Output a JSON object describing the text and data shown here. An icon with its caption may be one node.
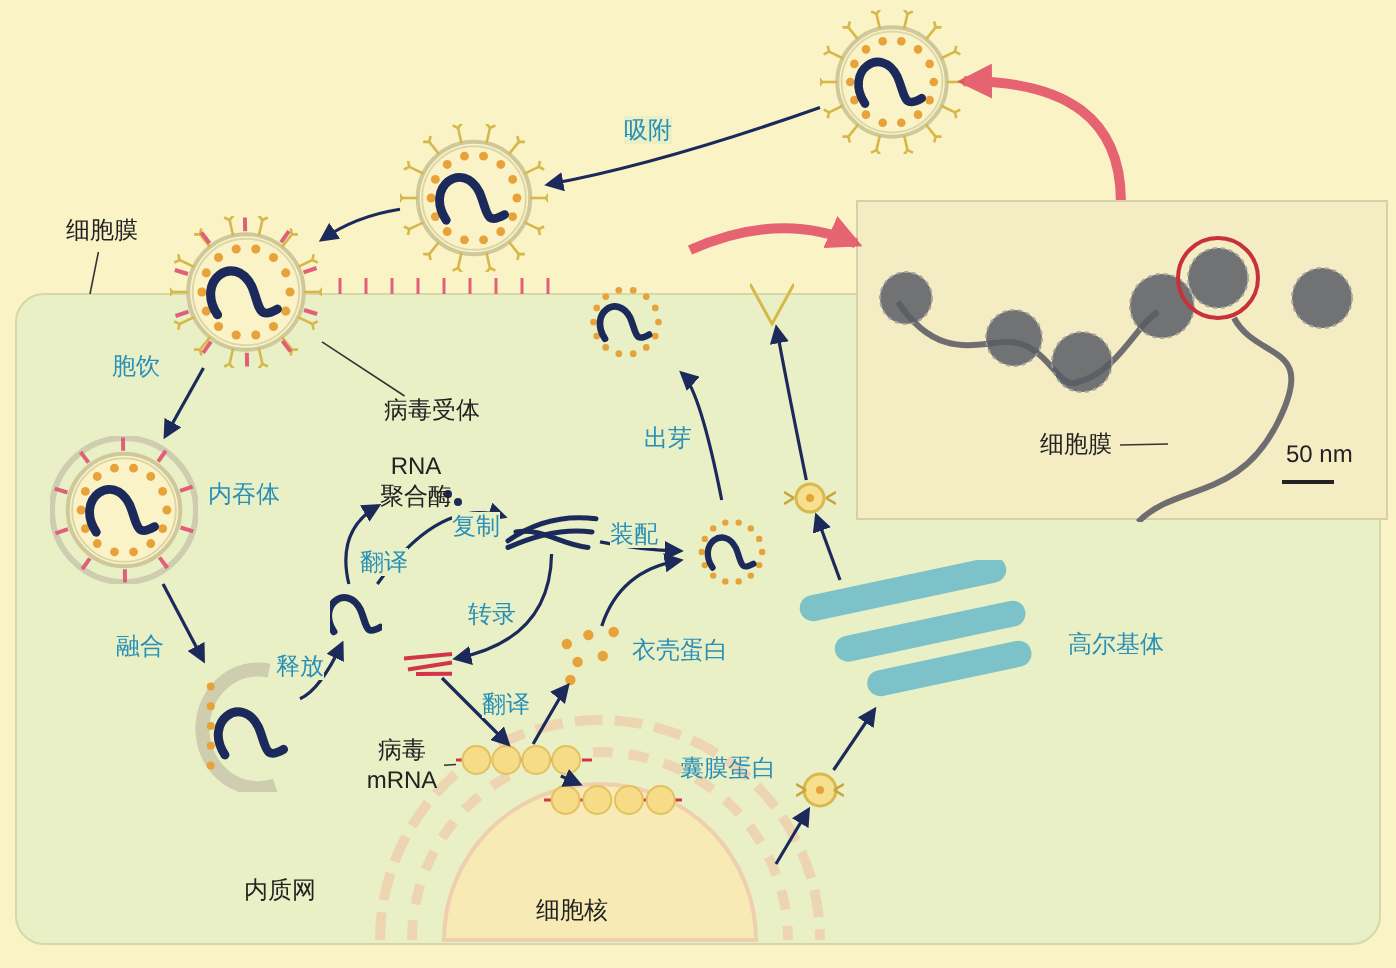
{
  "diagram": {
    "nodes": [
      {
        "text": [],
        "shape": "picture"
      },
      {
        "text": [],
        "shape": "picture"
      },
      {
        "text": [],
        "shape": "picture"
      },
      {
        "text": [],
        "shape": "picture",
        "beside": [
          "内吞体"
        ]
      },
      {
        "text": [],
        "shape": "picture"
      },
      {
        "text": [],
        "shape": "picture"
      },
      {
        "text": [
          "RNA 聚合酶"
        ]
      },
      {
        "text": [],
        "shape": "picture"
      },
      {
        "text": [],
        "shape": "picture"
      },
      {
        "text": [],
        "shape": "picture"
      },
      {
        "text": [],
        "shape": "picture",
        "beside": [
          "囊膜蛋白"
        ]
      },
      {
        "text": [],
        "shape": "picture",
        "beside": [
          "衣壳蛋白"
        ]
      },
      {
        "text": [],
        "shape": "picture"
      },
      {
        "text": [],
        "shape": "picture"
      },
      {
        "text": [],
        "shape": "picture"
      },
      {
        "text": [],
        "shape": "picture",
        "beside": [
          "高尔基体"
        ]
      },
      {
        "text": [],
        "shape": "picture"
      },
      {
        "text": [],
        "shape": "picture"
      },
      {
        "text": [],
        "shape": "picture"
      },
      {
        "text": [
          "病毒受体"
        ]
      },
      {
        "text": [
          "细胞膜"
        ]
      },
      {
        "text": [
          "病毒 mRNA"
        ]
      },
      {
        "text": [
          "细胞膜"
        ],
        "in": 18
      }
    ],
    "edges": [
      {
        "from": 0,
        "to": 1,
        "arrow": "to",
        "label": "吸附"
      },
      {
        "from": 1,
        "to": 2,
        "arrow": "to"
      },
      {
        "from": 2,
        "to": 3,
        "arrow": "to",
        "label": "胞饮"
      },
      {
        "from": 3,
        "to": 4,
        "arrow": "to",
        "label": "融合"
      },
      {
        "from": 4,
        "to": 5,
        "arrow": "to",
        "label": "释放"
      },
      {
        "from": 5,
        "to": 6,
        "arrow": "to",
        "label": "翻译"
      },
      {
        "from": 5,
        "to": 7,
        "arrow": "to",
        "label": "复制"
      },
      {
        "from": 7,
        "to": 8,
        "arrow": "to",
        "label": "转录"
      },
      {
        "from": 8,
        "to": 9,
        "arrow": "to",
        "label": "翻译"
      },
      {
        "from": 9,
        "to": 10,
        "arrow": "to"
      },
      {
        "from": 9,
        "to": 11,
        "arrow": "to"
      },
      {
        "from": 7,
        "to": 12,
        "arrow": "to",
        "label": "装配"
      },
      {
        "from": 11,
        "to": 12,
        "arrow": "to"
      },
      {
        "from": 12,
        "to": 13,
        "arrow": "to",
        "label": "出芽"
      },
      {
        "from": null,
        "to": 14,
        "arrow": "to"
      },
      {
        "from": 14,
        "to": 15,
        "arrow": "to"
      },
      {
        "from": 15,
        "to": 16,
        "arrow": "to"
      },
      {
        "from": 16,
        "to": 17,
        "arrow": "to"
      },
      {
        "from": 18,
        "to": 0,
        "arrow": "to",
        "style": "thick",
        "color": "#e2405c"
      },
      {
        "from": null,
        "to": 18,
        "arrow": "to",
        "style": "thick",
        "color": "#e2405c"
      },
      {
        "from": 19,
        "to": 2,
        "arrow": "none"
      },
      {
        "from": 20,
        "to": null,
        "arrow": "none"
      },
      {
        "from": 21,
        "to": 9,
        "arrow": "none"
      },
      {
        "from": 22,
        "to": null,
        "arrow": "none"
      }
    ],
    "labels": [
      "内质网",
      "细胞核",
      "50 nm"
    ]
  }
}
